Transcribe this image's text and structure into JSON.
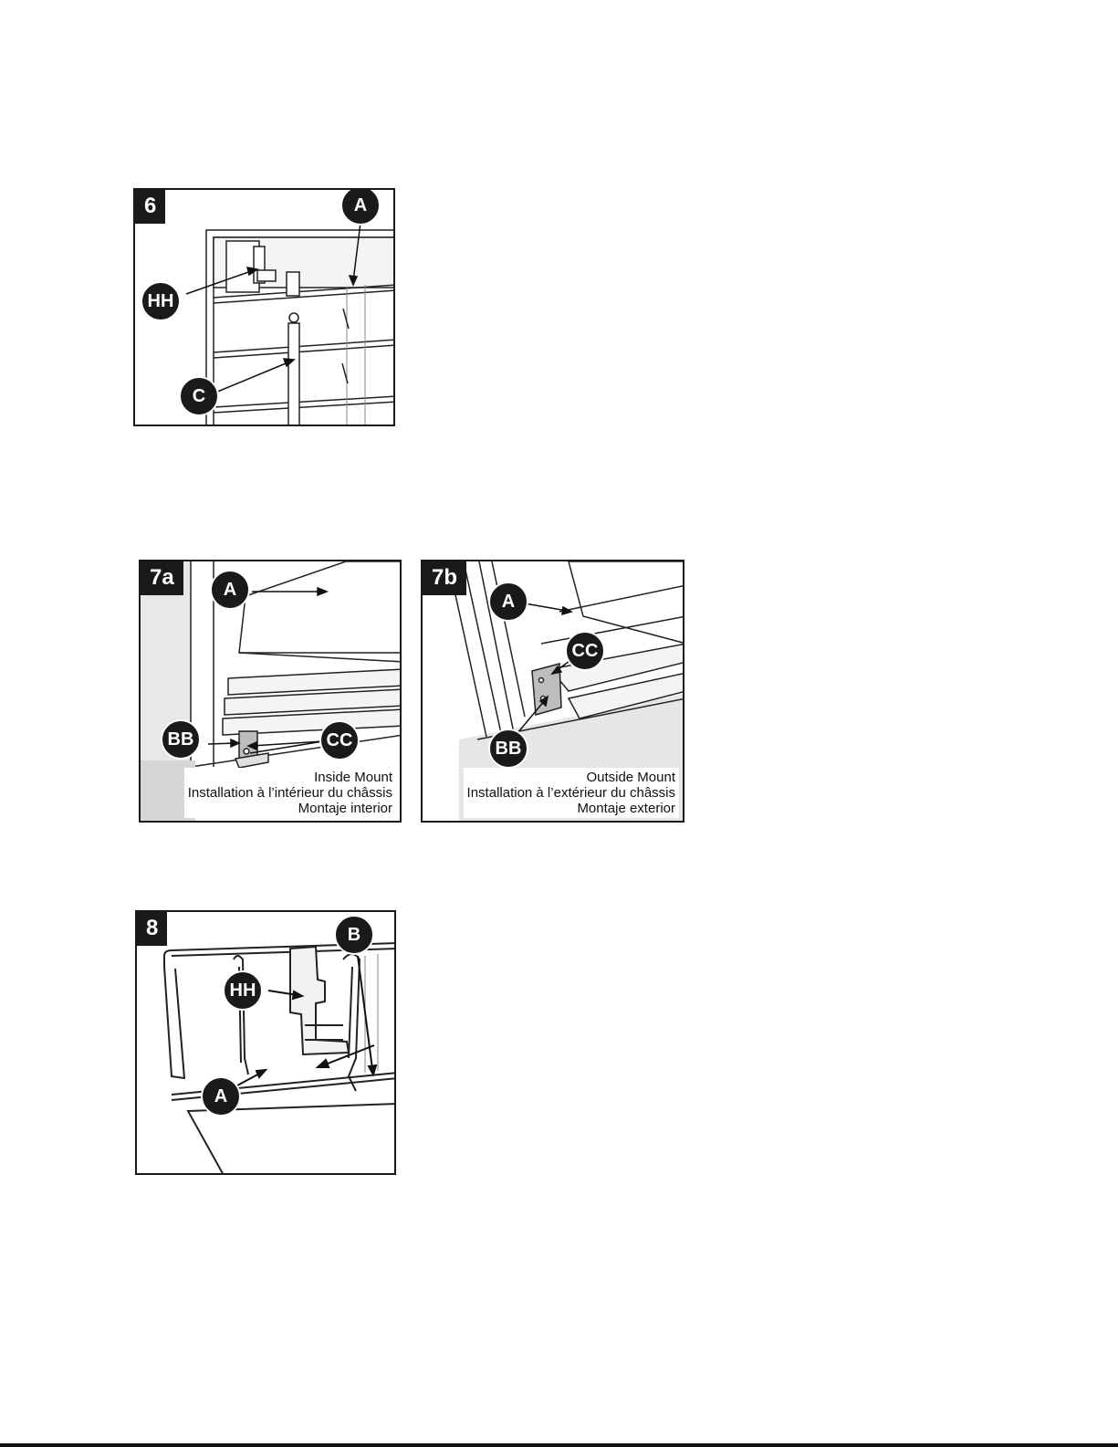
{
  "steps": {
    "step6": {
      "number": "6",
      "callouts": {
        "a": "A",
        "hh": "HH",
        "c": "C"
      }
    },
    "step7a": {
      "number": "7a",
      "callouts": {
        "a": "A",
        "bb": "BB",
        "cc": "CC"
      },
      "caption": [
        "Inside Mount",
        "Installation à l’intérieur du châssis",
        "Montaje interior"
      ]
    },
    "step7b": {
      "number": "7b",
      "callouts": {
        "a": "A",
        "cc": "CC",
        "bb": "BB"
      },
      "caption": [
        "Outside Mount",
        "Installation à l’extérieur du châssis",
        "Montaje exterior"
      ]
    },
    "step8": {
      "number": "8",
      "callouts": {
        "b": "B",
        "hh": "HH",
        "a": "A"
      }
    }
  },
  "colors": {
    "ink": "#1a1a1a",
    "paper": "#ffffff",
    "shade": "#d9d9d9",
    "light": "#efefef"
  }
}
